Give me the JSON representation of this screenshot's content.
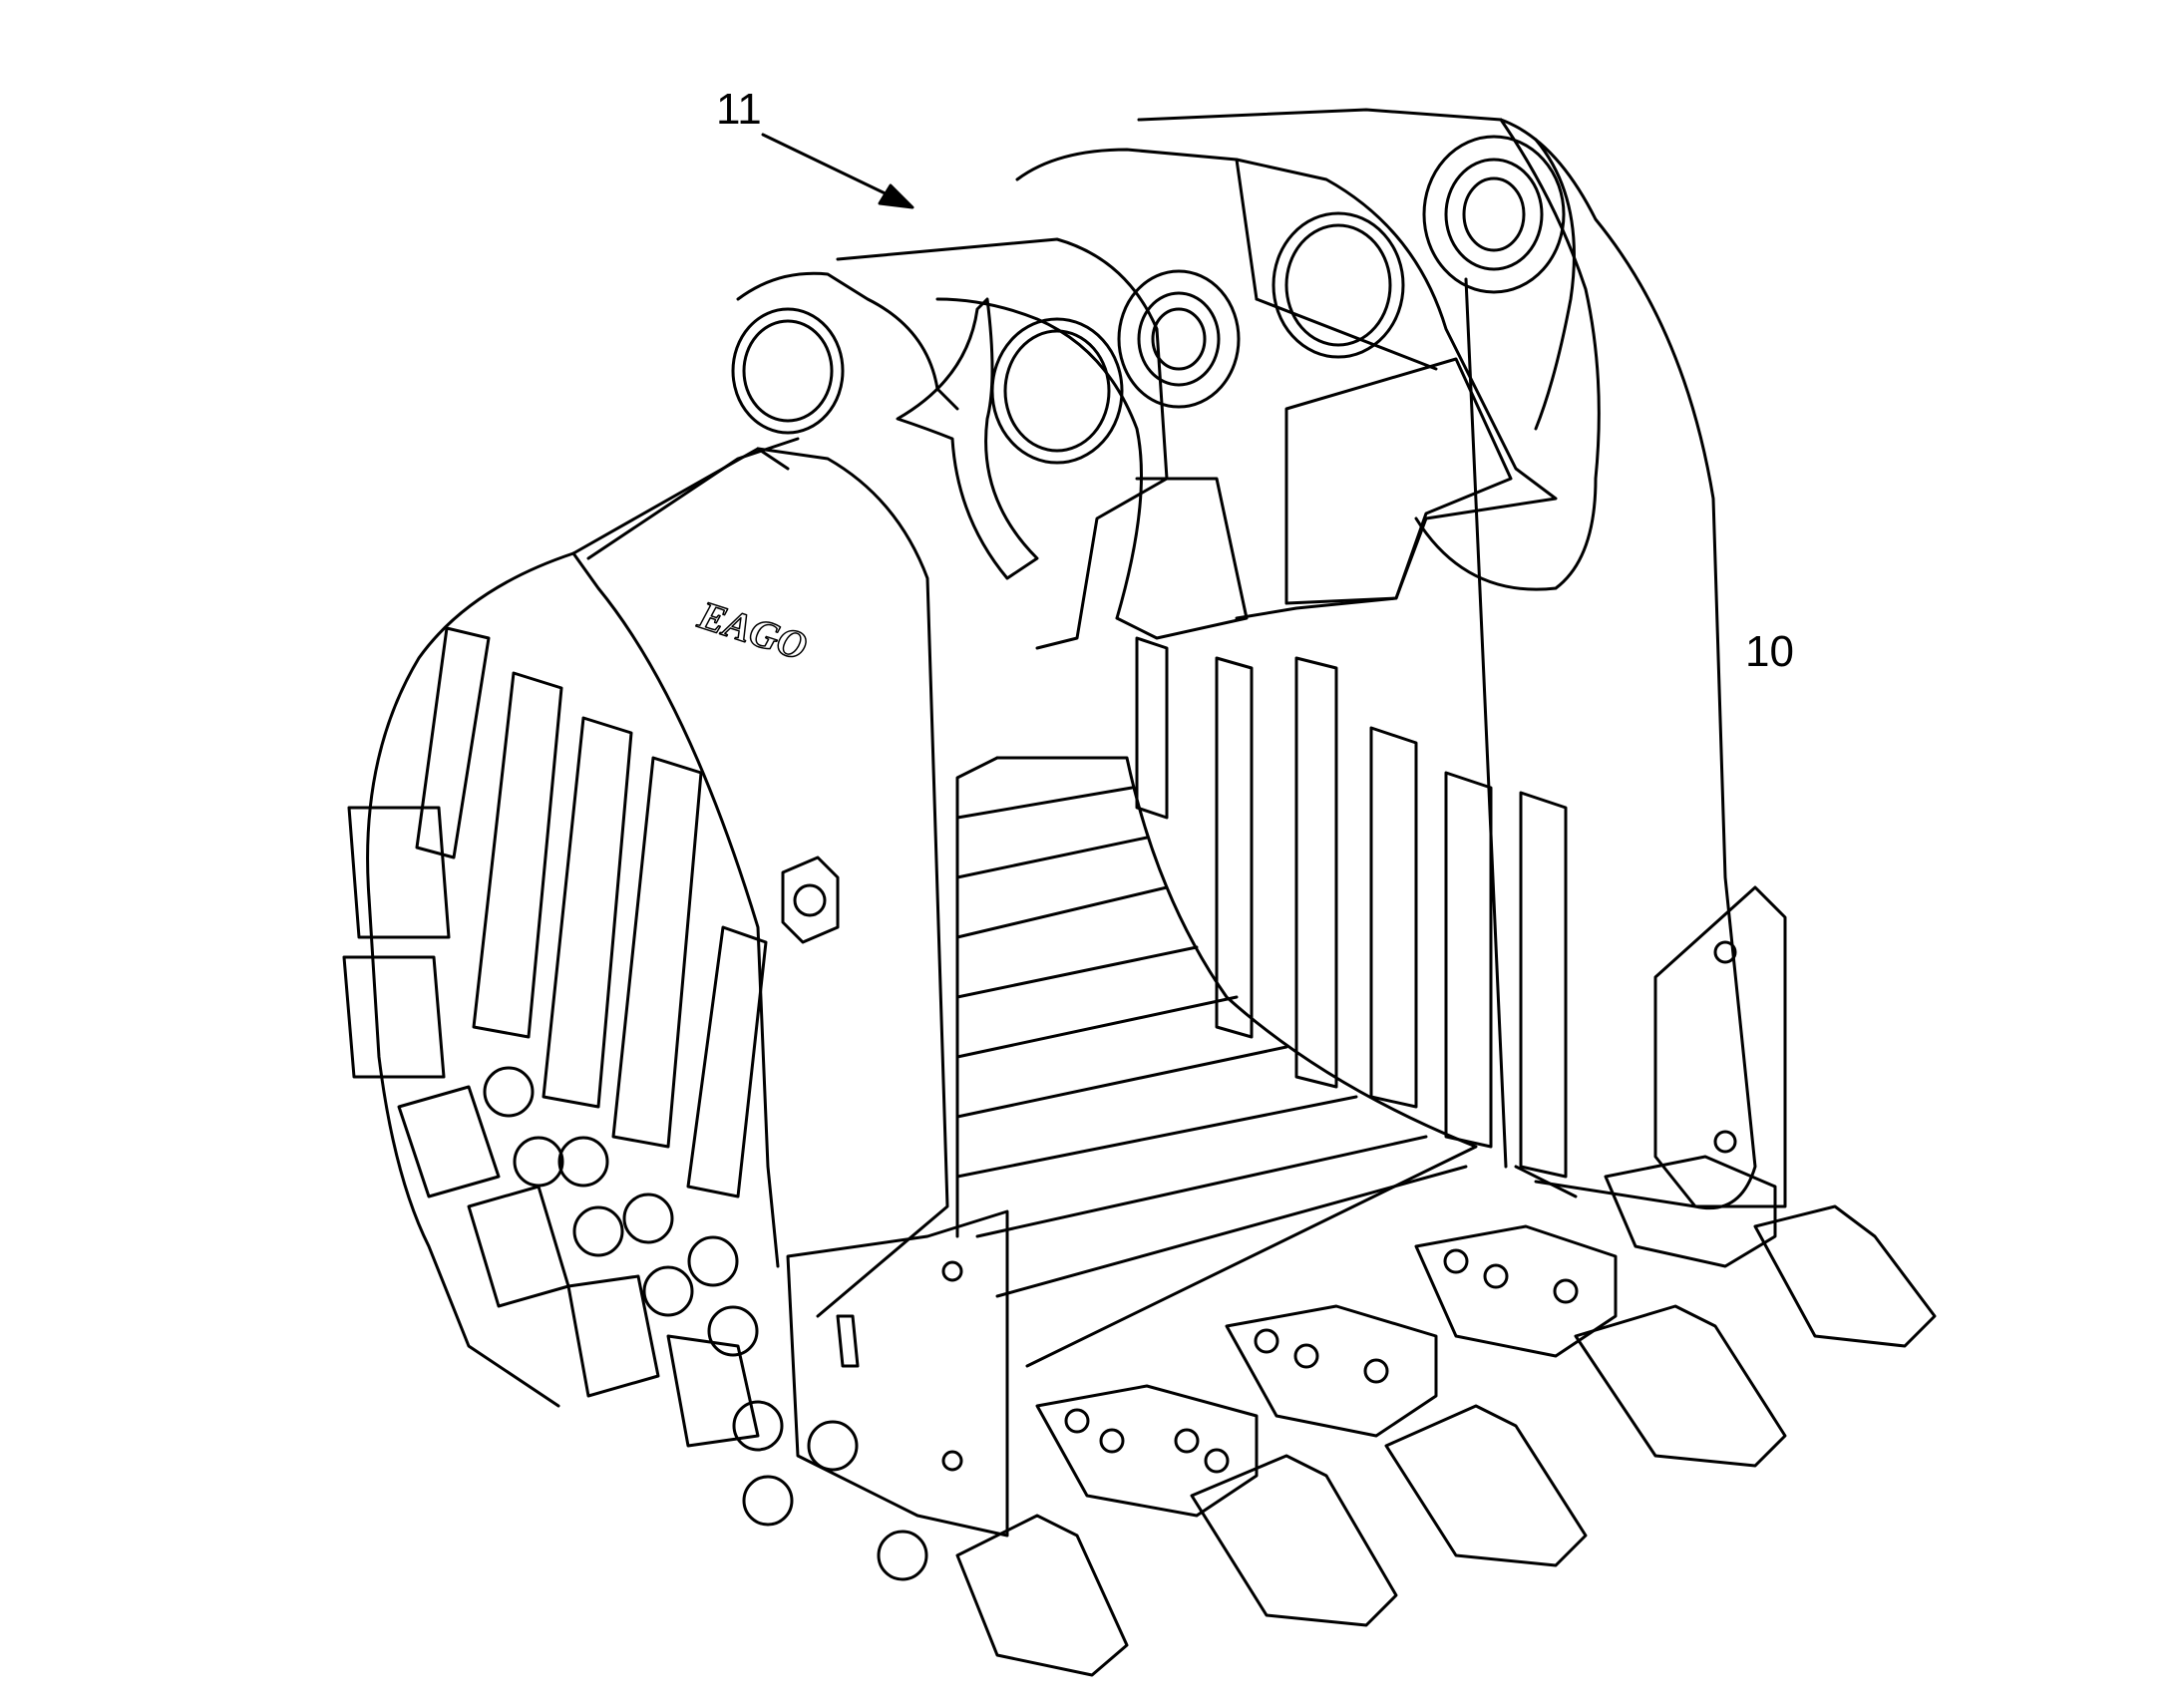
{
  "figure": {
    "reference_labels": {
      "ref_11": "11",
      "ref_10": "10"
    },
    "logo_text": "EAGO",
    "colors": {
      "line": "#000000",
      "background": "#ffffff"
    }
  }
}
